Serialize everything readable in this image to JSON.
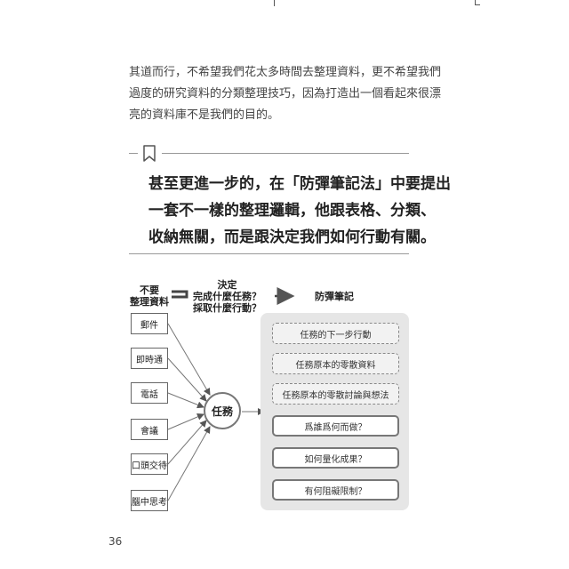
{
  "paragraph": [
    "其道而行，不希望我們花太多時間去整理資料，更不希望我們",
    "過度的研究資料的分類整理技巧，因為打造出一個看起來很漂",
    "亮的資料庫不是我們的目的。"
  ],
  "quote": [
    "甚至更進一步的，在「防彈筆記法」中要提出",
    "一套不一樣的整理邏輯，他跟表格、分類、",
    "收納無關，而是跟決定我們如何行動有關。"
  ],
  "diagram": {
    "header_left": [
      "不要",
      "整理資料"
    ],
    "header_middle": [
      "決定",
      "完成什麼任務？",
      "採取什麼行動？"
    ],
    "header_right": "防彈筆記",
    "sources": [
      "郵件",
      "即時通",
      "電話",
      "會議",
      "口頭交待",
      "腦中思考"
    ],
    "task": "任務",
    "outputs_dashed": [
      "任務的下一步行動",
      "任務原本的零散資料",
      "任務原本的零散討論與想法"
    ],
    "outputs_solid": [
      "爲誰爲何而做？",
      "如何量化成果？",
      "有何阻礙限制？"
    ]
  },
  "page_number": "36"
}
